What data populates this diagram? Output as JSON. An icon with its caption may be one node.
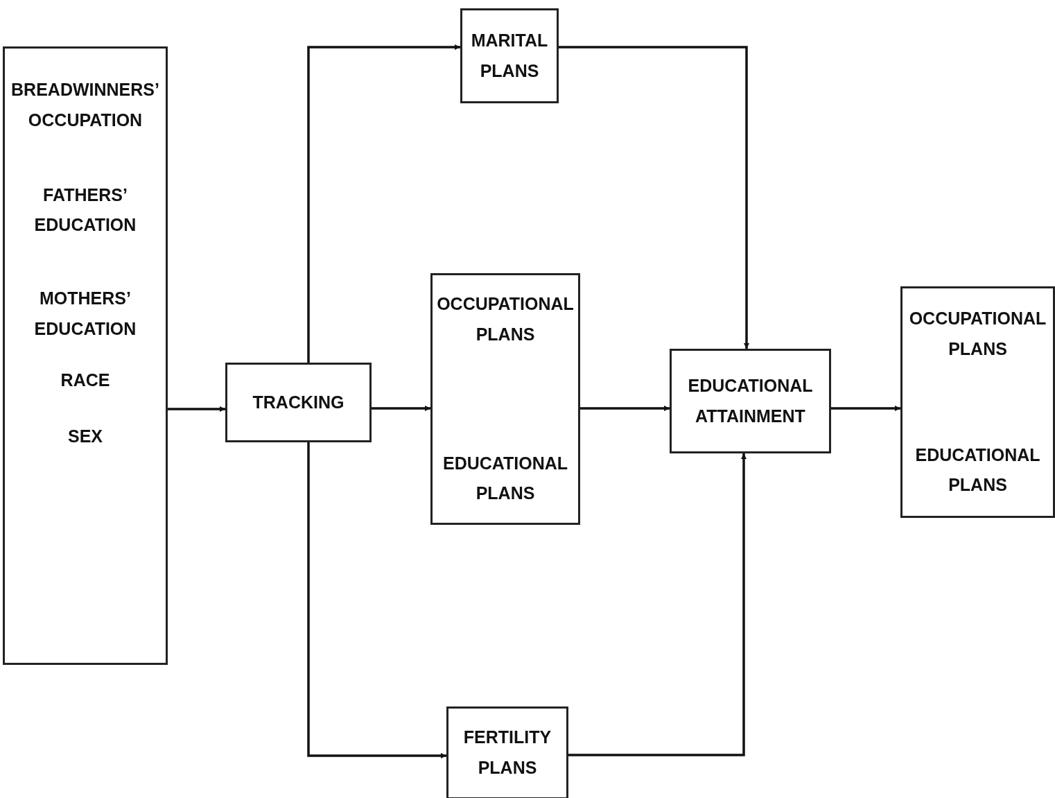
{
  "diagram": {
    "nodes": [
      {
        "text": [
          "BREADWINNERS’ OCCUPATION",
          "FATHERS’ EDUCATION",
          "MOTHERS’ EDUCATION",
          "RACE",
          "SEX"
        ]
      },
      {
        "text": [
          "MARITAL PLANS"
        ]
      },
      {
        "text": [
          "TRACKING"
        ]
      },
      {
        "text": [
          "OCCUPATIONAL PLANS",
          "EDUCATIONAL PLANS"
        ]
      },
      {
        "text": [
          "EDUCATIONAL ATTAINMENT"
        ]
      },
      {
        "text": [
          "OCCUPATIONAL PLANS",
          "EDUCATIONAL PLANS"
        ]
      },
      {
        "text": [
          "FERTILITY PLANS"
        ]
      }
    ],
    "edges": [
      {
        "from": 0,
        "to": 2,
        "arrow": "to"
      },
      {
        "from": 2,
        "to": 1,
        "arrow": "to"
      },
      {
        "from": 2,
        "to": 3,
        "arrow": "to"
      },
      {
        "from": 2,
        "to": 6,
        "arrow": "to"
      },
      {
        "from": 1,
        "to": 4,
        "arrow": "to"
      },
      {
        "from": 3,
        "to": 4,
        "arrow": "to"
      },
      {
        "from": 6,
        "to": 4,
        "arrow": "to"
      },
      {
        "from": 4,
        "to": 5,
        "arrow": "to"
      }
    ]
  }
}
